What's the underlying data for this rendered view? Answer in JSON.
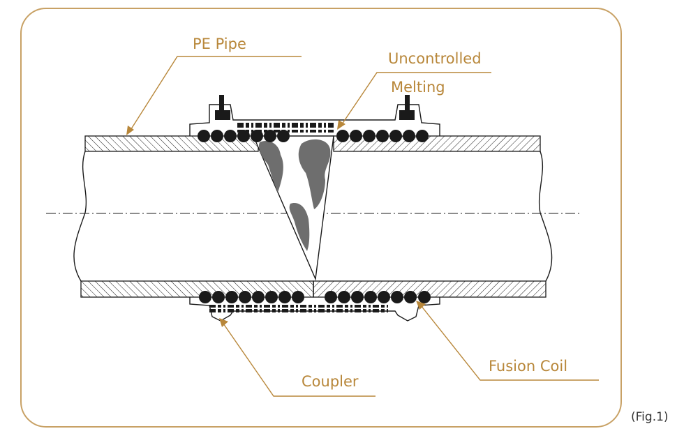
{
  "labels": {
    "pe_pipe": "PE Pipe",
    "uncontrolled_line1": "Uncontrolled",
    "uncontrolled_line2": "Melting",
    "fusion_coil": "Fusion Coil",
    "coupler": "Coupler"
  },
  "figure_caption": "(Fig.1)",
  "colors": {
    "frame": "#c8a165",
    "label_text": "#b8873a",
    "leader_line": "#b8873a",
    "ink": "#1a1a1a",
    "melt_blob": "#6e6e6e"
  },
  "icons": [
    "coil-wire-dot",
    "terminal-pin-icon",
    "arrowhead-icon"
  ]
}
